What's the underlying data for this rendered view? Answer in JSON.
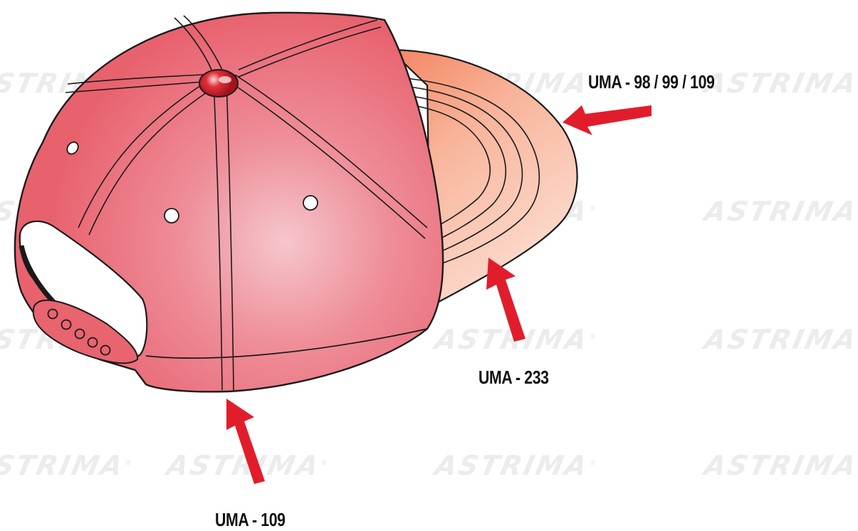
{
  "watermark": {
    "text": "ASTRIMA",
    "mark": "®"
  },
  "callouts": [
    {
      "id": "visor-edge",
      "text": "UMA - 98 / 99 / 109"
    },
    {
      "id": "visor-under",
      "text": "UMA - 233"
    },
    {
      "id": "crown-bottom",
      "text": "UMA - 109"
    }
  ],
  "colors": {
    "crown": "#e9636f",
    "crown_highlight": "#f6c4cb",
    "visor": "#f7a98a",
    "visor_light": "#fde0d4",
    "button": "#d2232f",
    "arrow": "#e21d2b",
    "stitch": "#2a1a1a"
  }
}
